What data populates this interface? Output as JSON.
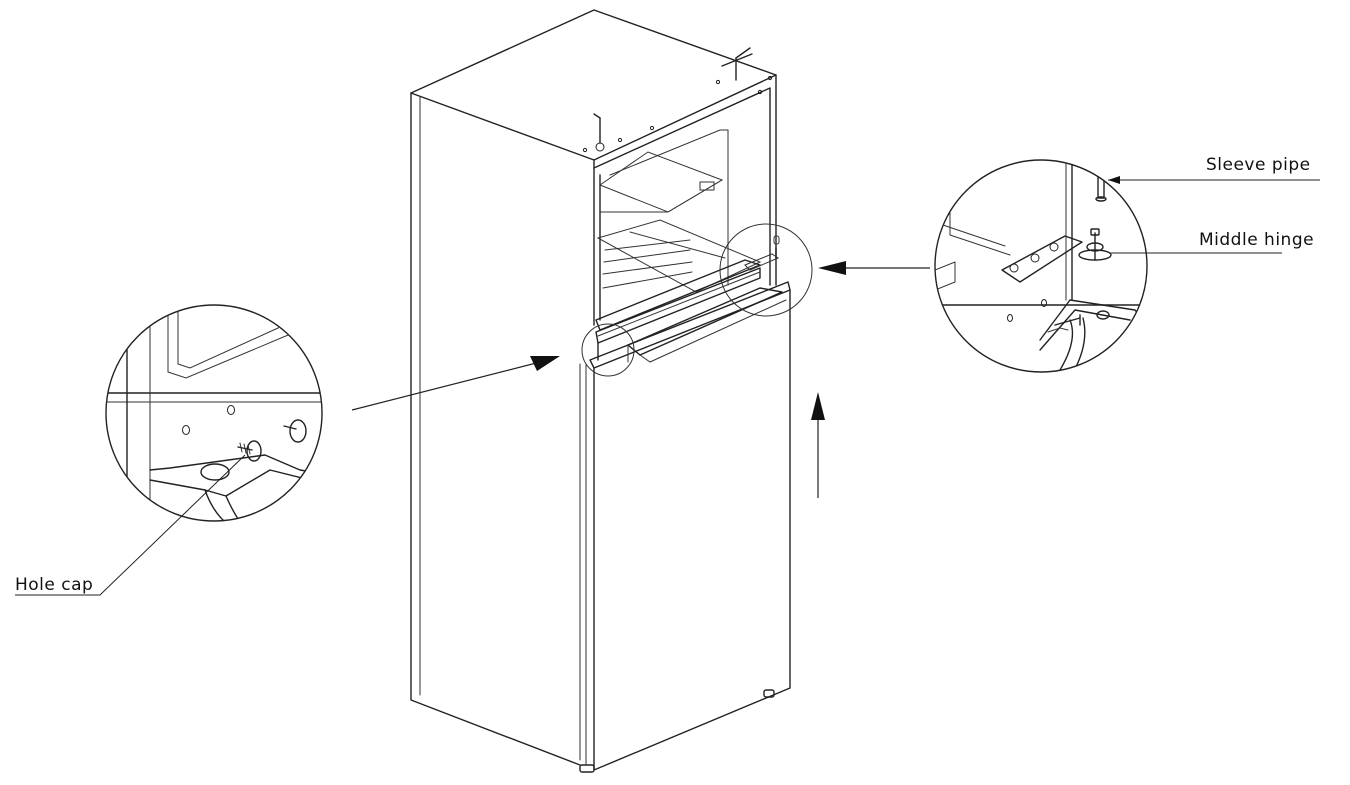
{
  "labels": {
    "hole_cap": "Hole cap",
    "sleeve_pipe": "Sleeve pipe",
    "middle_hinge": "Middle hinge"
  },
  "colors": {
    "line": "#222222",
    "background": "#ffffff"
  }
}
